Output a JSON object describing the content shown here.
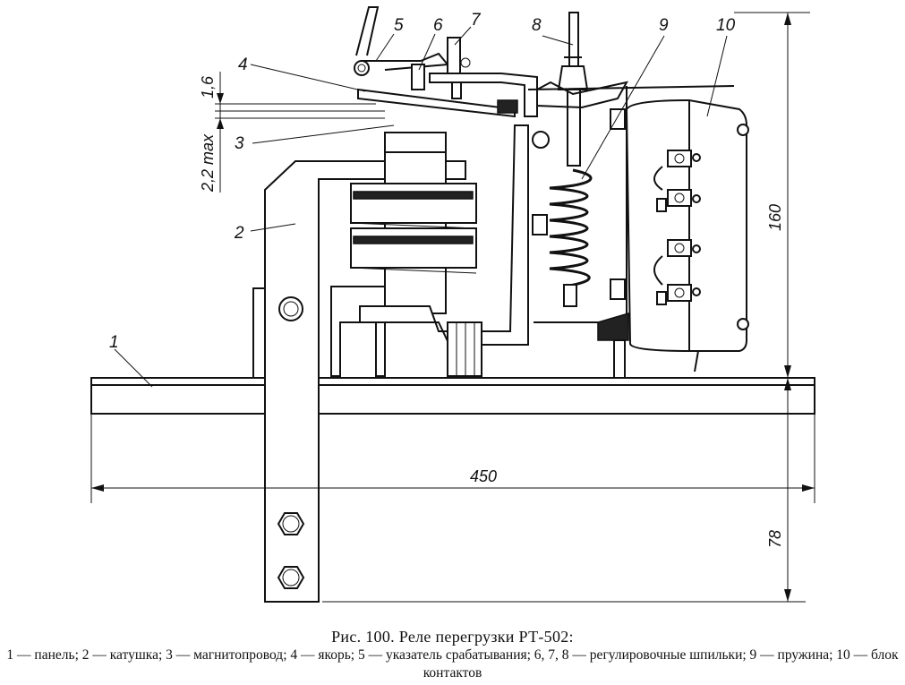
{
  "figure": {
    "caption_title": "Рис. 100. Реле перегрузки РТ-502:",
    "caption_legend": "1 — панель; 2 — катушка; 3 — магнитопровод; 4 — якорь; 5 — указатель срабатывания; 6, 7, 8 — регулировочные шпильки; 9 — пружина; 10 — блок контактов"
  },
  "callouts": {
    "c1": "1",
    "c2": "2",
    "c3": "3",
    "c4": "4",
    "c5": "5",
    "c6": "6",
    "c7": "7",
    "c8": "8",
    "c9": "9",
    "c10": "10"
  },
  "dimensions": {
    "width": "450",
    "height_top": "160",
    "height_bottom": "78",
    "gap": "1,6",
    "gap_max": "2,2 max"
  }
}
